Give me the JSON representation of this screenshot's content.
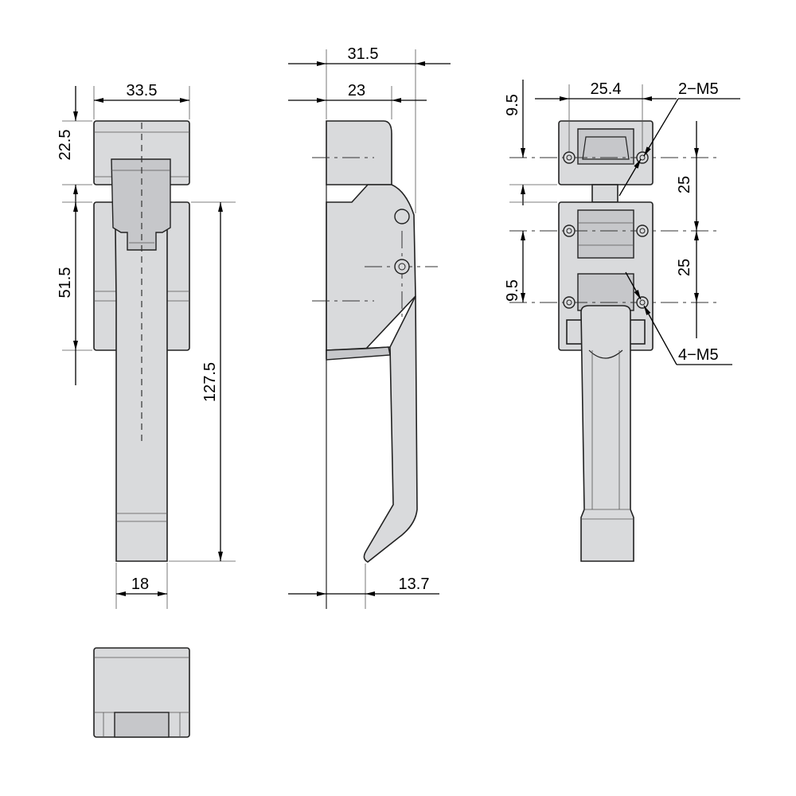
{
  "dimensions": {
    "front_width": "33.5",
    "front_top_height": "22.5",
    "front_body_height": "51.5",
    "front_total_height": "127.5",
    "front_handle_width": "18",
    "side_total_width": "31.5",
    "side_body_width": "23",
    "side_handle_offset": "13.7",
    "back_hole_spacing": "25.4",
    "back_top_offset": "9.5",
    "back_bottom_offset": "9.5",
    "back_spacing_upper": "25",
    "back_spacing_lower": "25"
  },
  "callouts": {
    "upper_holes": "2−M5",
    "lower_holes": "4−M5"
  },
  "colors": {
    "part_fill": "#d9dadc",
    "line": "#222222"
  }
}
